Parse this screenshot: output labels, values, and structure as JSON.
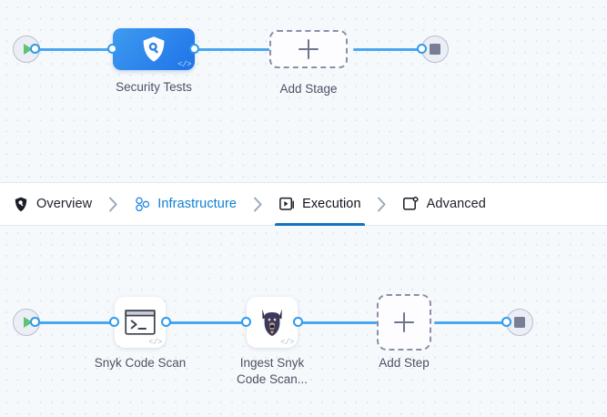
{
  "stage_canvas": {
    "name": "pipeline-stages-canvas",
    "start_node": {
      "icon": "play-icon",
      "title": "Start"
    },
    "end_node": {
      "icon": "stop-icon",
      "title": "End"
    },
    "nodes": [
      {
        "id": "security-tests",
        "label": "Security Tests",
        "icon": "security-shield-scan-icon",
        "badge": "</>",
        "type": "stage"
      },
      {
        "id": "add-stage",
        "label": "Add Stage",
        "icon": "plus-icon",
        "type": "add"
      }
    ]
  },
  "tabs": {
    "name": "pipeline-config-tabs",
    "separator": "›",
    "items": [
      {
        "id": "overview",
        "label": "Overview",
        "icon": "shield-icon",
        "state": "default"
      },
      {
        "id": "infrastructure",
        "label": "Infrastructure",
        "icon": "infrastructure-nodes-icon",
        "state": "highlight"
      },
      {
        "id": "execution",
        "label": "Execution",
        "icon": "execution-play-box-icon",
        "state": "active"
      },
      {
        "id": "advanced",
        "label": "Advanced",
        "icon": "advanced-gear-box-icon",
        "state": "default"
      }
    ]
  },
  "step_canvas": {
    "name": "pipeline-steps-canvas",
    "start_node": {
      "icon": "play-icon",
      "title": "Start"
    },
    "end_node": {
      "icon": "stop-icon",
      "title": "End"
    },
    "nodes": [
      {
        "id": "snyk-code-scan",
        "label": "Snyk Code Scan",
        "icon": "terminal-icon",
        "badge": "</>",
        "type": "step"
      },
      {
        "id": "ingest-snyk-code-scan",
        "label_line1": "Ingest Snyk",
        "label_line2": "Code Scan...",
        "icon": "snyk-doberman-icon",
        "badge": "</>",
        "type": "step"
      },
      {
        "id": "add-step",
        "label": "Add Step",
        "icon": "plus-icon",
        "type": "add"
      }
    ]
  },
  "colors": {
    "accent_blue": "#1f73e8",
    "wire_blue": "#49a8ef",
    "tab_active_underline": "#1371c3",
    "tab_highlight_text": "#0b7fd4",
    "start_green": "#62c274",
    "stop_grey": "#787f94",
    "canvas_bg": "#f6f9fc",
    "label_grey": "#4d5163"
  }
}
